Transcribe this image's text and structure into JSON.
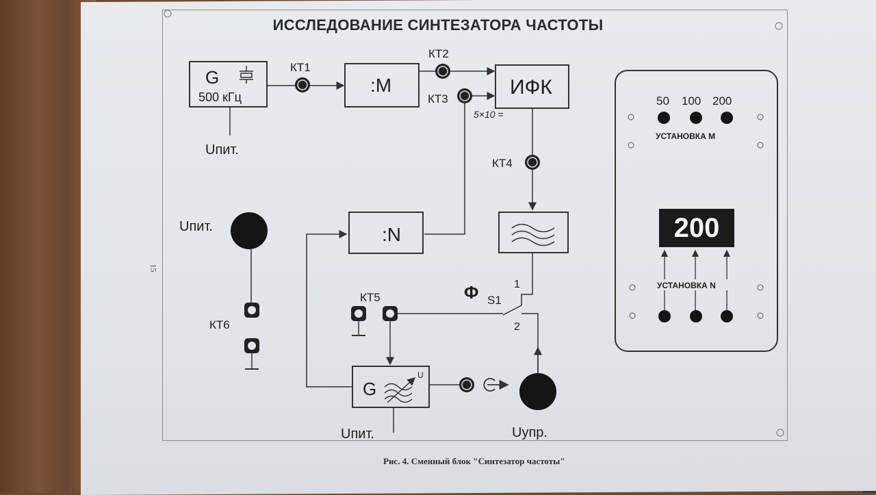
{
  "title": "ИССЛЕДОВАНИЕ СИНТЕЗАТОРА ЧАСТОТЫ",
  "caption": "Рис. 4. Сменный блок \"Синтезатор частоты\"",
  "page_number": "15",
  "blocks": {
    "generator_symbol": "G",
    "generator_freq": "500 кГц",
    "divider_m": ":M",
    "ifk": "ИФК",
    "divider_n": ":N",
    "vco_symbol": "G",
    "vco_u": "U"
  },
  "test_points": {
    "kt1": "КТ1",
    "kt2": "КТ2",
    "kt3": "КТ3",
    "kt4": "КТ4",
    "kt5": "КТ5",
    "kt6": "КТ6"
  },
  "labels": {
    "upit_gen": "Uпит.",
    "upit_left": "Uпит.",
    "upit_vco": "Uпит.",
    "uupr": "Uупр.",
    "switch_symbol": "Φ",
    "switch_name": "S1",
    "switch_pos1": "1",
    "switch_pos2": "2",
    "handwritten_note": "5×10 ="
  },
  "panel": {
    "m_values": [
      "50",
      "100",
      "200"
    ],
    "m_label": "УСТАНОВКА М",
    "display_value": "200",
    "n_label": "УСТАНОВКА N"
  },
  "colors": {
    "paper": "#e6e7ec",
    "ink": "#1e1e1e",
    "display_bg": "#1b1b1b",
    "display_text": "#f2f2f2"
  }
}
